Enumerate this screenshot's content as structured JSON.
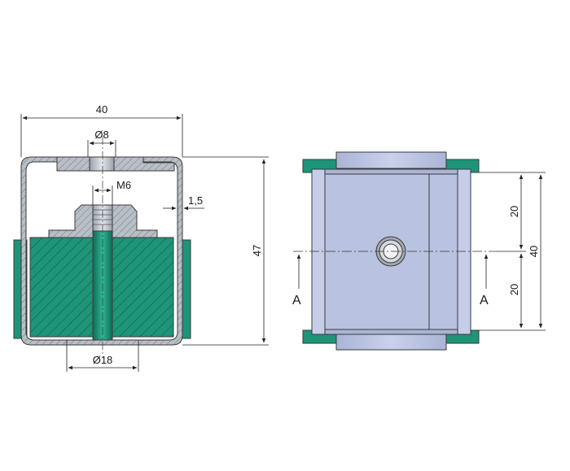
{
  "section_view": {
    "dim_width": "40",
    "dim_top_bore": "Ø8",
    "dim_thread": "M6",
    "dim_wall": "1,5",
    "dim_height": "47",
    "dim_bottom_bore": "Ø18"
  },
  "top_view": {
    "dim_half_upper": "20",
    "dim_half_lower": "20",
    "dim_total": "40",
    "section_label_left": "A",
    "section_label_right": "A"
  },
  "colors": {
    "rubber": "#1e9478",
    "steel_gray": "#b8bec6",
    "housing_blue": "#a9b4d6",
    "housing_light": "#c7d0ea",
    "line": "#2a2a2a"
  }
}
